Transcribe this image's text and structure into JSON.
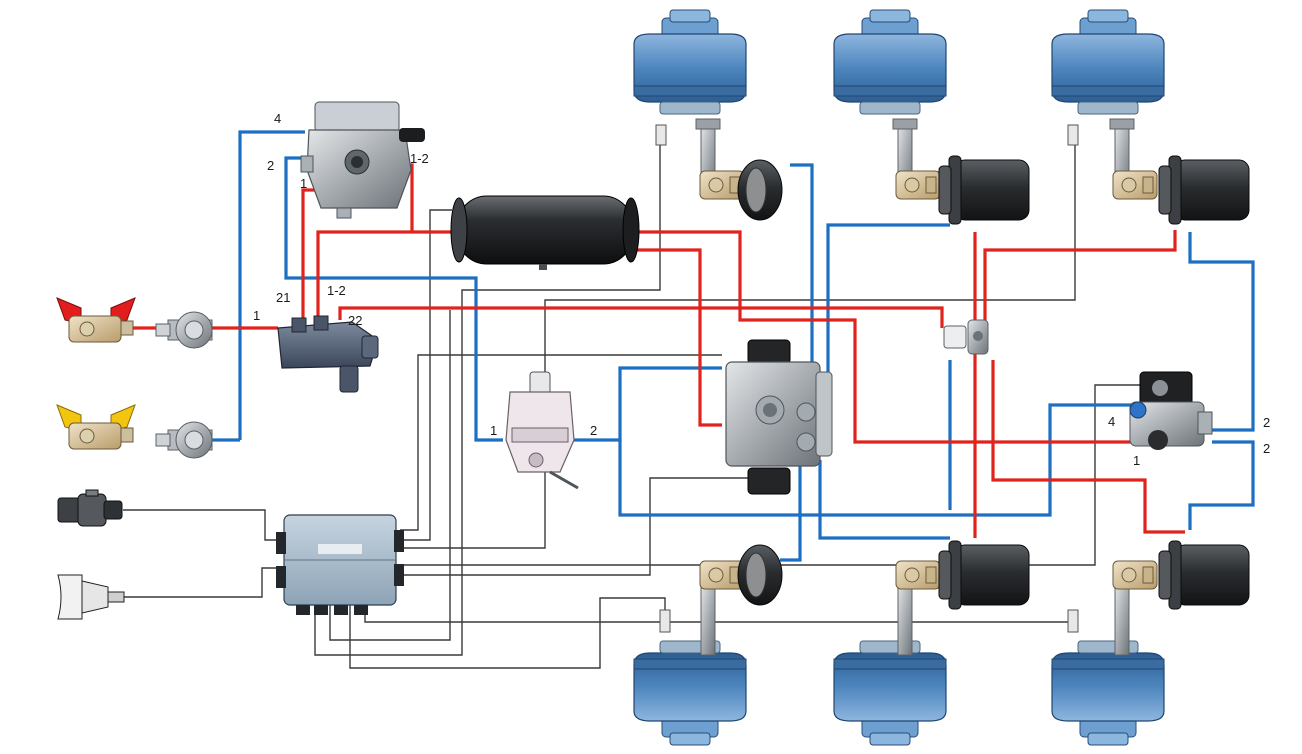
{
  "diagram": {
    "port_labels": {
      "relay_4": "4",
      "relay_2": "2",
      "relay_1": "1",
      "relay_12": "1-2",
      "block_21": "21",
      "block_12": "1-2",
      "block_22": "22",
      "block_1": "1",
      "ctrl_1": "1",
      "ctrl_2": "2",
      "right_4": "4",
      "right_1": "1",
      "right_2a": "2",
      "right_2b": "2"
    },
    "colors": {
      "supply_line": "#e0231c",
      "control_line": "#1d6fc2",
      "electric_line": "#3a3a3a",
      "chamber_blue": "#4d86bf",
      "coupling_red": "#e11d1d",
      "coupling_yellow": "#f2c511"
    },
    "components": {
      "couplings": [
        "red-coupling-icon",
        "yellow-coupling-icon"
      ],
      "filters": [
        "line-filter-icon",
        "line-filter-icon"
      ],
      "connectors": [
        "abs-connector-icon",
        "iso-plug-icon"
      ],
      "ecu": "abs-ecu-icon",
      "tank": "air-reservoir-icon",
      "relay": "relay-emergency-valve-icon",
      "modulator": "abs-modulator-valve-icon",
      "brake_chambers": [
        "brake-chamber-icon",
        "spring-brake-chamber-icon"
      ]
    }
  }
}
